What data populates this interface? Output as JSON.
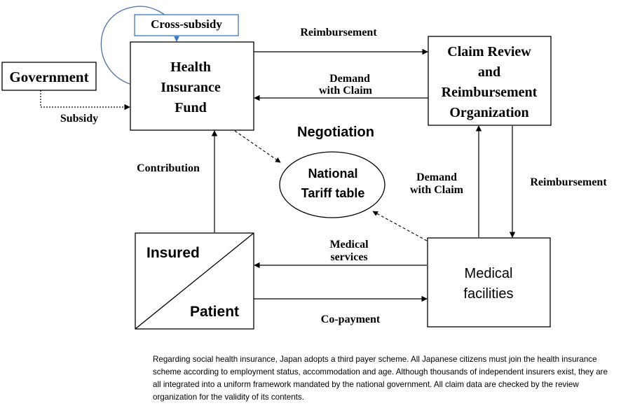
{
  "nodes": {
    "government": "Government",
    "cross_subsidy": "Cross-subsidy",
    "fund": [
      "Health",
      "Insurance",
      "Fund"
    ],
    "review": [
      "Claim Review",
      "and",
      "Reimbursement",
      "Organization"
    ],
    "tariff": [
      "National",
      "Tariff table"
    ],
    "insured": "Insured",
    "patient": "Patient",
    "medical": [
      "Medical",
      "facilities"
    ]
  },
  "labels": {
    "reimbursement_top": "Reimbursement",
    "demand_claim_top": [
      "Demand",
      "with Claim"
    ],
    "subsidy": "Subsidy",
    "negotiation": "Negotiation",
    "contribution": "Contribution",
    "demand_claim_right": [
      "Demand",
      "with Claim"
    ],
    "reimbursement_right": "Reimbursement",
    "medical_services": [
      "Medical",
      "services"
    ],
    "copayment": "Co-payment"
  },
  "caption": "Regarding social health insurance, Japan adopts a third payer scheme. All Japanese citizens must join the health insurance scheme according to employment status, accommodation and age. Although thousands of independent insurers exist, they are all integrated into a uniform framework mandated by the national government. All claim data are checked by the review organization for the validity of its contents."
}
